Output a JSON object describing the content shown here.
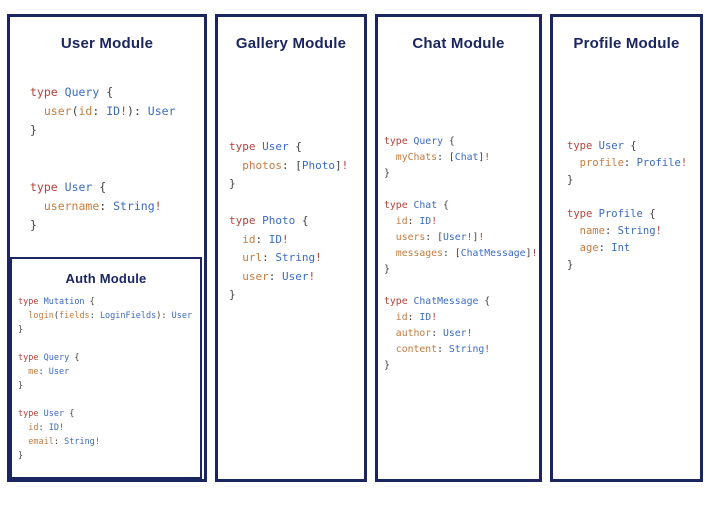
{
  "colors": {
    "navy": "#1b2660",
    "kw": "#b5423c",
    "ty": "#3a6bc4",
    "fd": "#c57b3f",
    "pu": "#3f3f3f",
    "bg": "#b5423c",
    "page": "#ffffff"
  },
  "modules": [
    {
      "id": "user",
      "title": "User Module",
      "code": [
        [
          [
            "type",
            "kw"
          ],
          [
            " ",
            "pu"
          ],
          [
            "Query",
            "ty"
          ],
          [
            " {",
            "pu"
          ]
        ],
        [
          [
            "  ",
            "pu"
          ],
          [
            "user",
            "fd"
          ],
          [
            "(",
            "pu"
          ],
          [
            "id",
            "fd"
          ],
          [
            ": ",
            "pu"
          ],
          [
            "ID",
            "ty"
          ],
          [
            "!",
            "bg"
          ],
          [
            "): ",
            "pu"
          ],
          [
            "User",
            "ty"
          ]
        ],
        [
          [
            "}",
            "pu"
          ]
        ],
        [],
        [],
        [
          [
            "type",
            "kw"
          ],
          [
            " ",
            "pu"
          ],
          [
            "User",
            "ty"
          ],
          [
            " {",
            "pu"
          ]
        ],
        [
          [
            "  ",
            "pu"
          ],
          [
            "username",
            "fd"
          ],
          [
            ": ",
            "pu"
          ],
          [
            "String",
            "ty"
          ],
          [
            "!",
            "bg"
          ]
        ],
        [
          [
            "}",
            "pu"
          ]
        ]
      ]
    },
    {
      "id": "gallery",
      "title": "Gallery Module",
      "code": [
        [
          [
            "type",
            "kw"
          ],
          [
            " ",
            "pu"
          ],
          [
            "User",
            "ty"
          ],
          [
            " {",
            "pu"
          ]
        ],
        [
          [
            "  ",
            "pu"
          ],
          [
            "photos",
            "fd"
          ],
          [
            ": ",
            "pu"
          ],
          [
            "[",
            "pu"
          ],
          [
            "Photo",
            "ty"
          ],
          [
            "]",
            "pu"
          ],
          [
            "!",
            "bg"
          ]
        ],
        [
          [
            "}",
            "pu"
          ]
        ],
        [],
        [
          [
            "type",
            "kw"
          ],
          [
            " ",
            "pu"
          ],
          [
            "Photo",
            "ty"
          ],
          [
            " {",
            "pu"
          ]
        ],
        [
          [
            "  ",
            "pu"
          ],
          [
            "id",
            "fd"
          ],
          [
            ": ",
            "pu"
          ],
          [
            "ID",
            "ty"
          ],
          [
            "!",
            "bg"
          ]
        ],
        [
          [
            "  ",
            "pu"
          ],
          [
            "url",
            "fd"
          ],
          [
            ": ",
            "pu"
          ],
          [
            "String",
            "ty"
          ],
          [
            "!",
            "bg"
          ]
        ],
        [
          [
            "  ",
            "pu"
          ],
          [
            "user",
            "fd"
          ],
          [
            ": ",
            "pu"
          ],
          [
            "User",
            "ty"
          ],
          [
            "!",
            "bg"
          ]
        ],
        [
          [
            "}",
            "pu"
          ]
        ]
      ]
    },
    {
      "id": "chat",
      "title": "Chat Module",
      "code": [
        [
          [
            "type",
            "kw"
          ],
          [
            " ",
            "pu"
          ],
          [
            "Query",
            "ty"
          ],
          [
            " {",
            "pu"
          ]
        ],
        [
          [
            "  ",
            "pu"
          ],
          [
            "myChats",
            "fd"
          ],
          [
            ": ",
            "pu"
          ],
          [
            "[",
            "pu"
          ],
          [
            "Chat",
            "ty"
          ],
          [
            "]",
            "pu"
          ],
          [
            "!",
            "bg"
          ]
        ],
        [
          [
            "}",
            "pu"
          ]
        ],
        [],
        [
          [
            "type",
            "kw"
          ],
          [
            " ",
            "pu"
          ],
          [
            "Chat",
            "ty"
          ],
          [
            " {",
            "pu"
          ]
        ],
        [
          [
            "  ",
            "pu"
          ],
          [
            "id",
            "fd"
          ],
          [
            ": ",
            "pu"
          ],
          [
            "ID",
            "ty"
          ],
          [
            "!",
            "bg"
          ]
        ],
        [
          [
            "  ",
            "pu"
          ],
          [
            "users",
            "fd"
          ],
          [
            ": ",
            "pu"
          ],
          [
            "[",
            "pu"
          ],
          [
            "User",
            "ty"
          ],
          [
            "!",
            "bg"
          ],
          [
            "]",
            "pu"
          ],
          [
            "!",
            "bg"
          ]
        ],
        [
          [
            "  ",
            "pu"
          ],
          [
            "messages",
            "fd"
          ],
          [
            ": ",
            "pu"
          ],
          [
            "[",
            "pu"
          ],
          [
            "ChatMessage",
            "ty"
          ],
          [
            "]",
            "pu"
          ],
          [
            "!",
            "bg"
          ]
        ],
        [
          [
            "}",
            "pu"
          ]
        ],
        [],
        [
          [
            "type",
            "kw"
          ],
          [
            " ",
            "pu"
          ],
          [
            "ChatMessage",
            "ty"
          ],
          [
            " {",
            "pu"
          ]
        ],
        [
          [
            "  ",
            "pu"
          ],
          [
            "id",
            "fd"
          ],
          [
            ": ",
            "pu"
          ],
          [
            "ID",
            "ty"
          ],
          [
            "!",
            "bg"
          ]
        ],
        [
          [
            "  ",
            "pu"
          ],
          [
            "author",
            "fd"
          ],
          [
            ": ",
            "pu"
          ],
          [
            "User",
            "ty"
          ],
          [
            "!",
            "bg"
          ]
        ],
        [
          [
            "  ",
            "pu"
          ],
          [
            "content",
            "fd"
          ],
          [
            ": ",
            "pu"
          ],
          [
            "String",
            "ty"
          ],
          [
            "!",
            "bg"
          ]
        ],
        [
          [
            "}",
            "pu"
          ]
        ]
      ]
    },
    {
      "id": "profile",
      "title": "Profile Module",
      "code": [
        [
          [
            "type",
            "kw"
          ],
          [
            " ",
            "pu"
          ],
          [
            "User",
            "ty"
          ],
          [
            " {",
            "pu"
          ]
        ],
        [
          [
            "  ",
            "pu"
          ],
          [
            "profile",
            "fd"
          ],
          [
            ": ",
            "pu"
          ],
          [
            "Profile",
            "ty"
          ],
          [
            "!",
            "bg"
          ]
        ],
        [
          [
            "}",
            "pu"
          ]
        ],
        [],
        [
          [
            "type",
            "kw"
          ],
          [
            " ",
            "pu"
          ],
          [
            "Profile",
            "ty"
          ],
          [
            " {",
            "pu"
          ]
        ],
        [
          [
            "  ",
            "pu"
          ],
          [
            "name",
            "fd"
          ],
          [
            ": ",
            "pu"
          ],
          [
            "String",
            "ty"
          ],
          [
            "!",
            "bg"
          ]
        ],
        [
          [
            "  ",
            "pu"
          ],
          [
            "age",
            "fd"
          ],
          [
            ": ",
            "pu"
          ],
          [
            "Int",
            "ty"
          ]
        ],
        [
          [
            "}",
            "pu"
          ]
        ]
      ]
    },
    {
      "id": "auth",
      "title": "Auth Module",
      "code": [
        [
          [
            "type",
            "kw"
          ],
          [
            " ",
            "pu"
          ],
          [
            "Mutation",
            "ty"
          ],
          [
            " {",
            "pu"
          ]
        ],
        [
          [
            "  ",
            "pu"
          ],
          [
            "login",
            "fd"
          ],
          [
            "(",
            "pu"
          ],
          [
            "fields",
            "fd"
          ],
          [
            ": ",
            "pu"
          ],
          [
            "LoginFields",
            "ty"
          ],
          [
            "): ",
            "pu"
          ],
          [
            "User",
            "ty"
          ]
        ],
        [
          [
            "}",
            "pu"
          ]
        ],
        [],
        [
          [
            "type",
            "kw"
          ],
          [
            " ",
            "pu"
          ],
          [
            "Query",
            "ty"
          ],
          [
            " {",
            "pu"
          ]
        ],
        [
          [
            "  ",
            "pu"
          ],
          [
            "me",
            "fd"
          ],
          [
            ": ",
            "pu"
          ],
          [
            "User",
            "ty"
          ]
        ],
        [
          [
            "}",
            "pu"
          ]
        ],
        [],
        [
          [
            "type",
            "kw"
          ],
          [
            " ",
            "pu"
          ],
          [
            "User",
            "ty"
          ],
          [
            " {",
            "pu"
          ]
        ],
        [
          [
            "  ",
            "pu"
          ],
          [
            "id",
            "fd"
          ],
          [
            ": ",
            "pu"
          ],
          [
            "ID",
            "ty"
          ],
          [
            "!",
            "bg"
          ]
        ],
        [
          [
            "  ",
            "pu"
          ],
          [
            "email",
            "fd"
          ],
          [
            ": ",
            "pu"
          ],
          [
            "String",
            "ty"
          ],
          [
            "!",
            "bg"
          ]
        ],
        [
          [
            "}",
            "pu"
          ]
        ]
      ]
    }
  ]
}
